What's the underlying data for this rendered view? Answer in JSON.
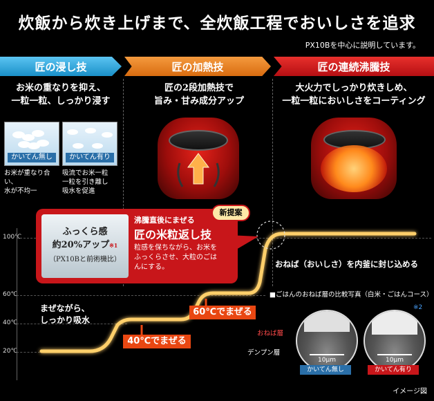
{
  "title": "炊飯から炊き上げまで、全炊飯工程でおいしさを追求",
  "subnote": "PX10Bを中心に説明しています。",
  "stages": [
    {
      "label": "匠の浸し技",
      "desc_lines": [
        "お米の重なりを抑え、",
        "一粒一粒、しっかり浸す"
      ]
    },
    {
      "label": "匠の加熱技",
      "desc_lines": [
        "匠の2段加熱技で",
        "旨み・甘み成分アップ"
      ]
    },
    {
      "label": "匠の連続沸騰技",
      "desc_lines": [
        "大火力でしっかり炊きしめ、",
        "一粒一粒においしさをコーティング"
      ]
    }
  ],
  "soak_photos": [
    {
      "label": "かいてん無し",
      "note_lines": [
        "お米が重なり合い、",
        "水が不均一"
      ]
    },
    {
      "label": "かいてん有り",
      "note_lines": [
        "吸流でお米一粒",
        "一粒を引き離し",
        "吸水を促進"
      ]
    }
  ],
  "temps": {
    "t100": "100℃",
    "t60": "60℃",
    "t40": "40℃",
    "t20": "20℃"
  },
  "callout": {
    "photo_line1": "ふっくら感",
    "photo_line2": "約20%アップ",
    "photo_mark": "※1",
    "photo_line3": "（PX10Bと前術機比）",
    "kicker": "沸騰直後にまぜる",
    "headline": "匠の米粒返し技",
    "badge": "新提案",
    "body_lines": [
      "粒感を保ちながら、お米を",
      "ふっくらさせ、大粒のごは",
      "んにする。"
    ]
  },
  "curve_labels": {
    "stir_soak": [
      "まぜながら、",
      "しっかり吸水"
    ],
    "stir40": "40℃でまぜる",
    "stir60": "60℃でまぜる",
    "seal": "おねば（おいしさ）を内釜に封じ込める"
  },
  "comparison": {
    "heading": "■ごはんのおねば層の比較写真（白米・ごはんコース）",
    "mark": "※2",
    "onebaso": "おねば層",
    "denpunso": "デンプン層",
    "scale": "10μm",
    "left_label": "かいてん無し",
    "right_label": "かいてん有り"
  },
  "footer": "イメージ図",
  "colors": {
    "blue": "#1a90c8",
    "orange": "#e57a1e",
    "red": "#c8161a",
    "curve": "#ffd27a"
  }
}
